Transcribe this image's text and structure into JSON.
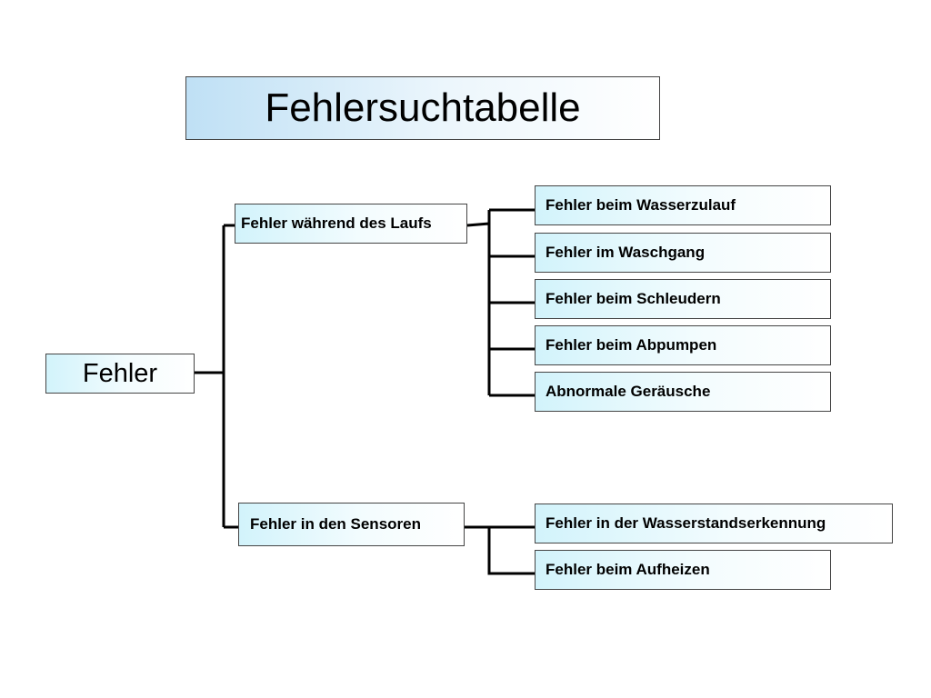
{
  "title": "Fehlersuchtabelle",
  "root": "Fehler",
  "branches": [
    {
      "label": "Fehler während des Laufs",
      "children": [
        "Fehler beim Wasserzulauf",
        "Fehler im Waschgang",
        "Fehler beim Schleudern",
        "Fehler beim Abpumpen",
        "Abnormale Geräusche"
      ]
    },
    {
      "label": "Fehler in den Sensoren",
      "children": [
        "Fehler in der Wasserstandserkennung",
        "Fehler beim Aufheizen"
      ]
    }
  ]
}
